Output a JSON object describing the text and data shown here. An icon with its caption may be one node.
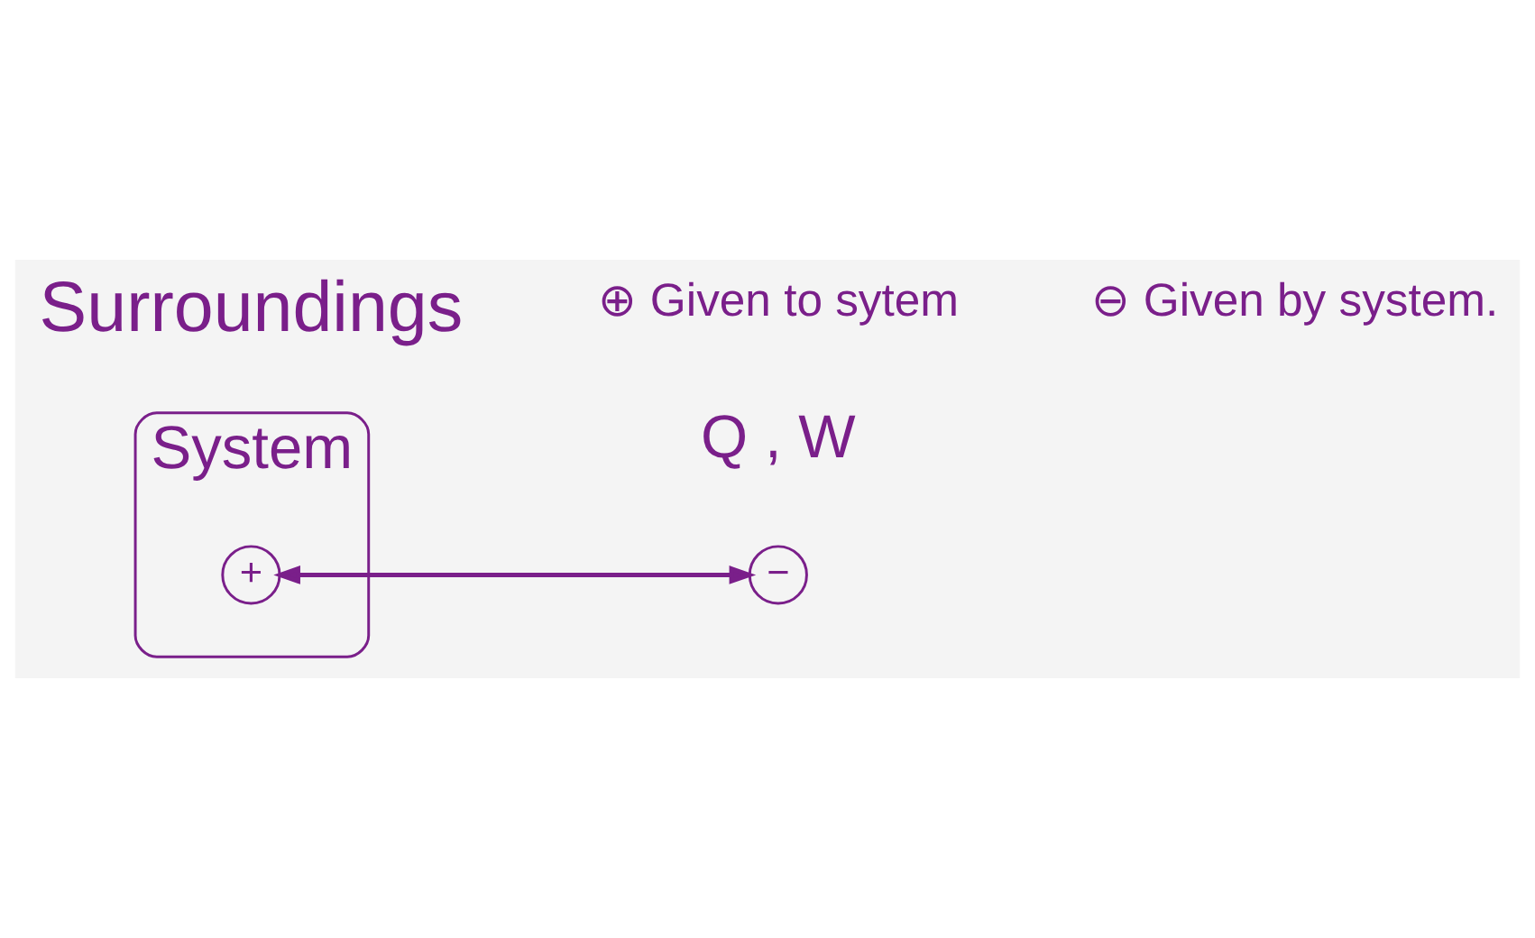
{
  "diagram": {
    "nodes": [
      {
        "text": [
          "System"
        ]
      },
      {
        "text": [
          "+"
        ],
        "in": 0
      },
      {
        "text": [
          "−"
        ]
      }
    ],
    "edges": [
      {
        "from": 1,
        "to": 2,
        "arrow": "both"
      }
    ],
    "labels": [
      "Q , W",
      "Surroundings"
    ],
    "legend": [
      {
        "text": "⊕ Given to sytem"
      },
      {
        "text": "⊖ Given by system."
      }
    ]
  }
}
